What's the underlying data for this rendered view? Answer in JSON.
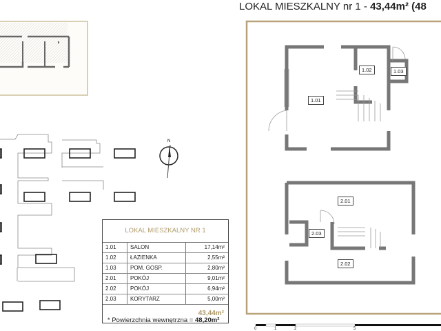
{
  "title": {
    "prefix": "LOKAL MIESZKALNY nr 1 - ",
    "area": "43,44m² (48"
  },
  "table": {
    "heading": "LOKAL MIESZKALNY NR 1",
    "rows": [
      {
        "no": "1.01",
        "name": "SALON",
        "area": "17,14m²"
      },
      {
        "no": "1.02",
        "name": "ŁAZIENKA",
        "area": "2,55m²"
      },
      {
        "no": "1.03",
        "name": "POM. GOSP.",
        "area": "2,80m²"
      },
      {
        "no": "2.01",
        "name": "POKÓJ",
        "area": "9,01m²"
      },
      {
        "no": "2.02",
        "name": "POKÓJ",
        "area": "6,94m²"
      },
      {
        "no": "2.03",
        "name": "KORYTARZ",
        "area": "5,00m²"
      }
    ],
    "total": "43,44m²"
  },
  "note": {
    "text": "* Powierzchnia wewnętrzna = ",
    "value": "48,20m²"
  },
  "rooms": [
    "1.01",
    "1.02",
    "1.03",
    "2.01",
    "2.02",
    "2.03"
  ],
  "compass": "N",
  "scale": [
    "0",
    "1",
    "2",
    "5"
  ],
  "colors": {
    "frame": "#b8a27a",
    "wall": "#777777"
  }
}
